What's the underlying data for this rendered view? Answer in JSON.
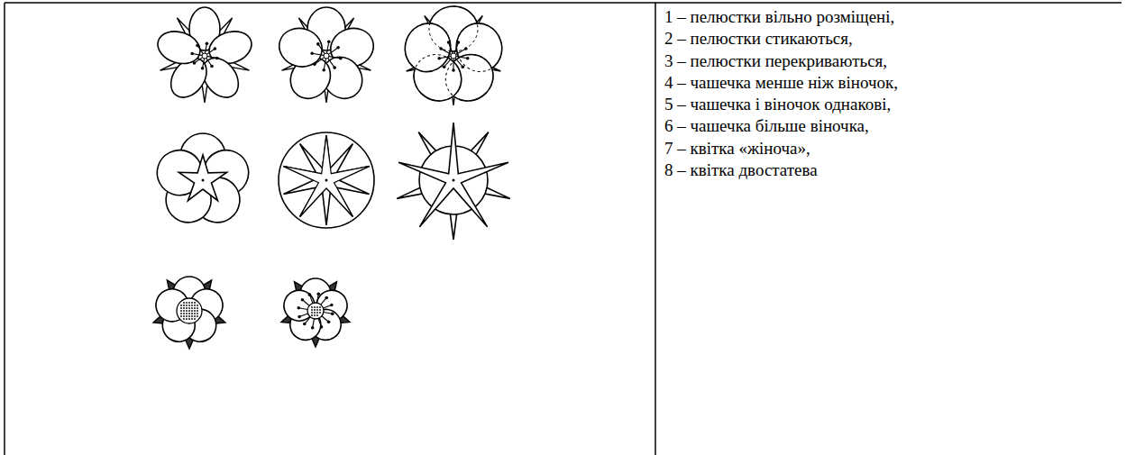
{
  "diagram": {
    "labels": [
      "1 – пелюстки вільно розміщені,",
      "2 – пелюстки стикаються,",
      "3 – пелюстки перекриваються,",
      "4 – чашечка менше ніж віночок,",
      "5 – чашечка і віночок однакові,",
      "6 – чашечка більше віночка,",
      "7 – квітка «жіноча»,",
      "8 – квітка двостатева"
    ]
  }
}
